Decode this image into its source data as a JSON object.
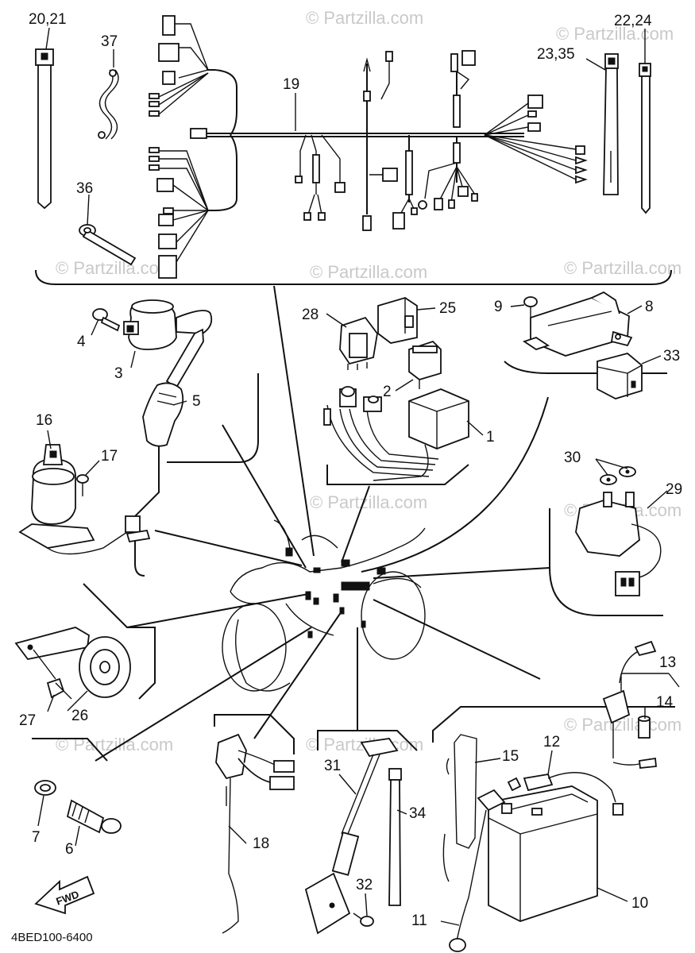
{
  "watermark": "© Partzilla.com",
  "diagram_code": "4BED100-6400",
  "fwd_label": "FWD",
  "callouts": {
    "c1": "1",
    "c2": "2",
    "c3": "3",
    "c4": "4",
    "c5": "5",
    "c6": "6",
    "c7": "7",
    "c8": "8",
    "c9": "9",
    "c10": "10",
    "c11": "11",
    "c12": "12",
    "c13": "13",
    "c14": "14",
    "c15": "15",
    "c16": "16",
    "c17": "17",
    "c18": "18",
    "c19": "19",
    "c20_21": "20,21",
    "c22_24": "22,24",
    "c23_35": "23,35",
    "c25": "25",
    "c26": "26",
    "c27": "27",
    "c28": "28",
    "c29": "29",
    "c30": "30",
    "c31": "31",
    "c32": "32",
    "c33": "33",
    "c34": "34",
    "c36": "36",
    "c37": "37"
  }
}
